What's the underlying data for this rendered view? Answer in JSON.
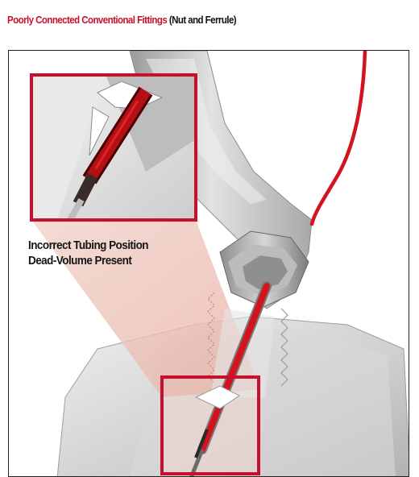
{
  "title": {
    "main": "Poorly Connected Conventional Fittings",
    "paren": "(Nut and Ferrule)"
  },
  "caption": {
    "line1": "Incorrect Tubing Position",
    "line2": "Dead-Volume Present"
  },
  "colors": {
    "accent_red": "#c8102e",
    "tubing_red": "#d2141e",
    "metal_grey": "#b9b9b9",
    "zoom_pink": "#efc9c0"
  },
  "icons": [
    "wrench-icon",
    "fitting-nut-icon",
    "tubing-icon",
    "zoom-cone"
  ]
}
